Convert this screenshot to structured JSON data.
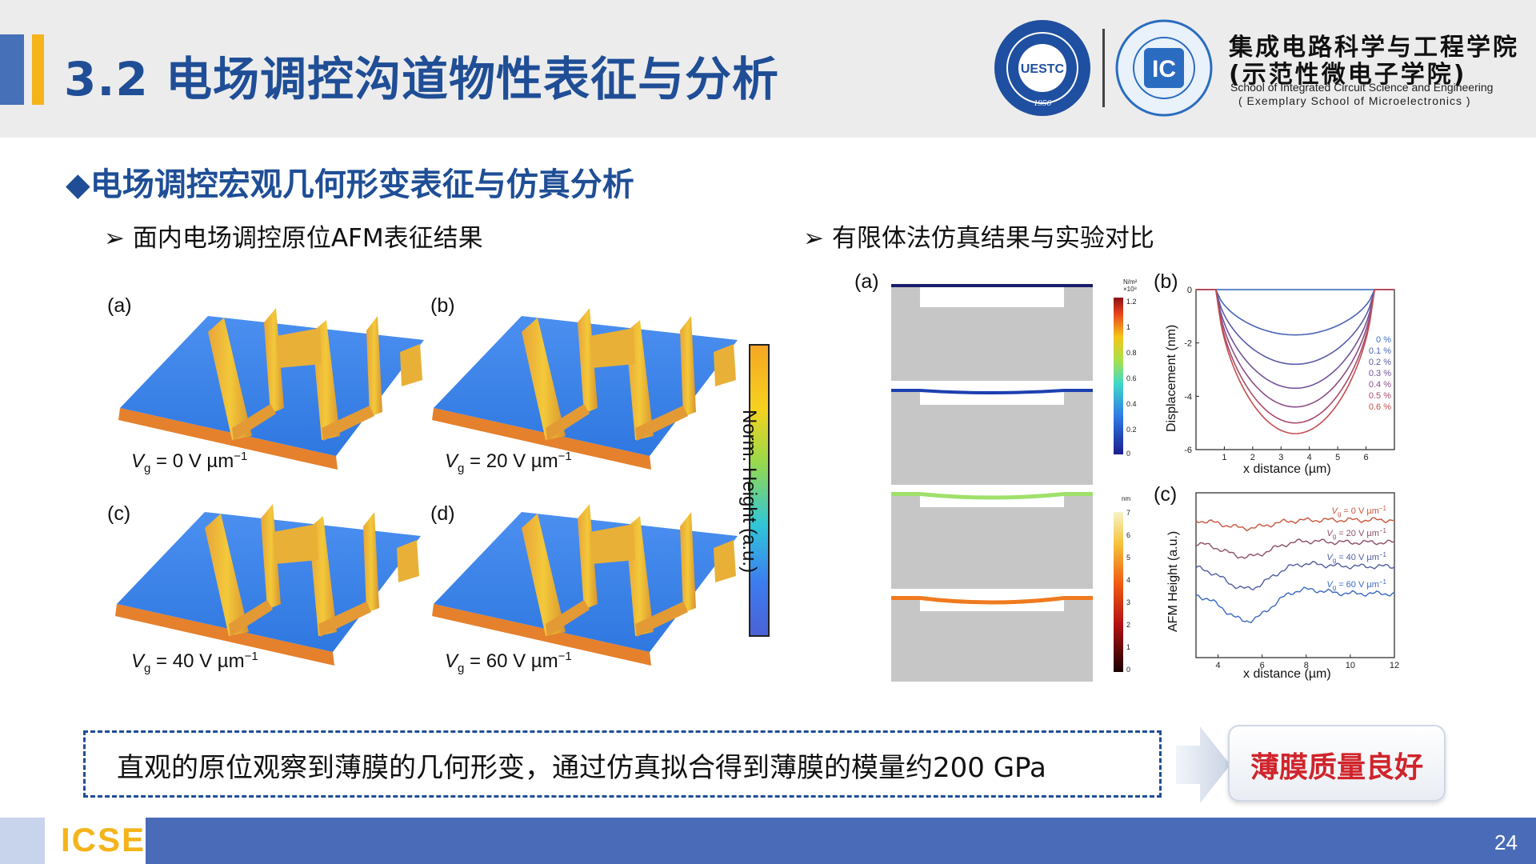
{
  "header": {
    "title": "3.2 电场调控沟道物性表征与分析",
    "logo1_text": "UESTC",
    "logo1_year": "1956",
    "logo2_text": "IC",
    "school_cn_line1": "集成电路科学与工程学院",
    "school_cn_line2": "(示范性微电子学院)",
    "school_en_line1": "School of Integrated Circuit Science and Engineering",
    "school_en_line2": "( Exemplary School of Microelectronics )"
  },
  "section": {
    "heading": "◆电场调控宏观几何形变表征与仿真分析",
    "left_sub": "➢ 面内电场调控原位AFM表征结果",
    "right_sub": "➢ 有限体法仿真结果与实验对比"
  },
  "afm": {
    "panels": [
      {
        "label": "(a)",
        "vg_value": "= 0 V µm"
      },
      {
        "label": "(b)",
        "vg_value": "= 20 V µm"
      },
      {
        "label": "(c)",
        "vg_value": "= 40 V µm"
      },
      {
        "label": "(d)",
        "vg_value": "= 60 V µm"
      }
    ],
    "vg_symbol": "V",
    "vg_sub": "g",
    "vg_exp": "−1",
    "colorbar_label": "Norm. Height (a.u.)"
  },
  "simulation": {
    "label_a": "(a)",
    "label_b": "(b)",
    "label_c": "(c)",
    "stress_unit": "N/m²",
    "stress_scale": "×10⁸",
    "stress_ticks": [
      "1.2",
      "1",
      "0.8",
      "0.6",
      "0.4",
      "0.2",
      "0"
    ],
    "disp_unit": "nm",
    "disp_ticks": [
      "7",
      "6",
      "5",
      "4",
      "3",
      "2",
      "1",
      "0"
    ]
  },
  "chart_data": [
    {
      "type": "line",
      "title": "",
      "xlabel": "x distance (µm)",
      "ylabel": "Displacement (nm)",
      "xlim": [
        0,
        7
      ],
      "ylim": [
        -6,
        0
      ],
      "xticks": [
        1,
        2,
        3,
        4,
        5,
        6
      ],
      "yticks": [
        0,
        -2,
        -4,
        -6
      ],
      "series": [
        {
          "name": "0 %",
          "center_min": 0.0,
          "color": "#3d6fc4"
        },
        {
          "name": "0.1 %",
          "center_min": -1.7,
          "color": "#4a63b6"
        },
        {
          "name": "0.2 %",
          "center_min": -2.8,
          "color": "#5a5aa8"
        },
        {
          "name": "0.3 %",
          "center_min": -3.7,
          "color": "#72529a"
        },
        {
          "name": "0.4 %",
          "center_min": -4.4,
          "color": "#8c4d86"
        },
        {
          "name": "0.5 %",
          "center_min": -5.0,
          "color": "#a84b6c"
        },
        {
          "name": "0.6 %",
          "center_min": -5.4,
          "color": "#c44e50"
        }
      ]
    },
    {
      "type": "line",
      "title": "",
      "xlabel": "x distance (µm)",
      "ylabel": "AFM Height (a.u.)",
      "xlim": [
        3,
        12
      ],
      "xticks": [
        4,
        6,
        8,
        10,
        12
      ],
      "series": [
        {
          "name": "= 0 V µm",
          "color": "#c8553d"
        },
        {
          "name": "= 20 V µm",
          "color": "#8a4f6a"
        },
        {
          "name": "= 40 V µm",
          "color": "#4f5da0"
        },
        {
          "name": "= 60 V µm",
          "color": "#3b68c0"
        }
      ]
    }
  ],
  "conclusion": {
    "text": "直观的原位观察到薄膜的几何形变，通过仿真拟合得到薄膜的模量约200  GPa",
    "result": "薄膜质量良好"
  },
  "footer": {
    "brand": "ICSE",
    "page": "24"
  }
}
